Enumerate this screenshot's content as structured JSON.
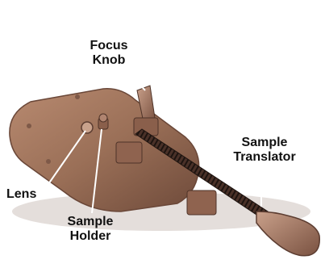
{
  "labels": {
    "focus_knob": "Focus\nKnob",
    "sample_translator": "Sample\nTranslator",
    "lens": "Lens",
    "sample_holder": "Sample\nHolder"
  },
  "colors": {
    "plate": "#9a6f57",
    "plate_edge": "#6a4738",
    "shadow": "#d9d2cf",
    "screw_thread": "#2a1c17",
    "leader_line": "#ffffff",
    "label_text": "#111111"
  },
  "icons": {
    "microscope": "leeuwenhoek-microscope-illustration"
  }
}
